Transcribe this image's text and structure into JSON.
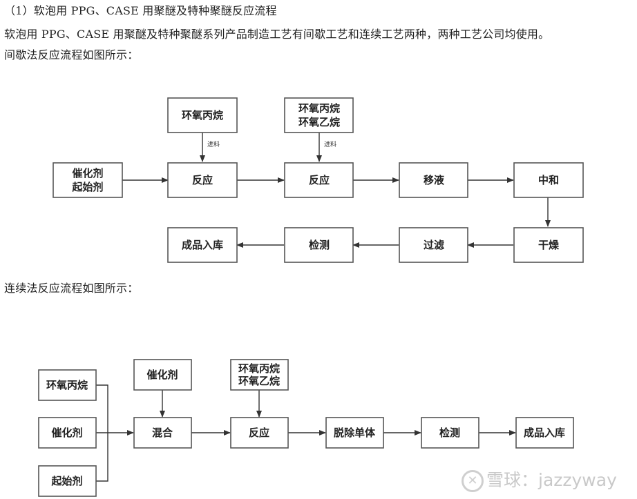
{
  "text": {
    "heading": "（1）软泡用 PPG、CASE 用聚醚及特种聚醚反应流程",
    "intro": "软泡用 PPG、CASE 用聚醚及特种聚醚系列产品制造工艺有间歇工艺和连续工艺两种，两种工艺公司均使用。",
    "batch_caption": "间歇法反应流程如图所示：",
    "continuous_caption": "连续法反应流程如图所示："
  },
  "batch_flow": {
    "nodes": [
      {
        "id": "feed1",
        "lines": [
          "环氧丙烷"
        ]
      },
      {
        "id": "feed2",
        "lines": [
          "环氧丙烷",
          "环氧乙烷"
        ]
      },
      {
        "id": "start",
        "lines": [
          "催化剂",
          "起始剂"
        ]
      },
      {
        "id": "react1",
        "lines": [
          "反应"
        ]
      },
      {
        "id": "react2",
        "lines": [
          "反应"
        ]
      },
      {
        "id": "transfer",
        "lines": [
          "移液"
        ]
      },
      {
        "id": "neutralize",
        "lines": [
          "中和"
        ]
      },
      {
        "id": "dry",
        "lines": [
          "干燥"
        ]
      },
      {
        "id": "filter",
        "lines": [
          "过滤"
        ]
      },
      {
        "id": "inspect",
        "lines": [
          "检测"
        ]
      },
      {
        "id": "store",
        "lines": [
          "成品入库"
        ]
      }
    ],
    "edge_labels": {
      "feed": "进料"
    }
  },
  "continuous_flow": {
    "nodes": [
      {
        "id": "po",
        "lines": [
          "环氧丙烷"
        ]
      },
      {
        "id": "cat",
        "lines": [
          "催化剂"
        ]
      },
      {
        "id": "init",
        "lines": [
          "起始剂"
        ]
      },
      {
        "id": "cat2",
        "lines": [
          "催化剂"
        ]
      },
      {
        "id": "mix",
        "lines": [
          "混合"
        ]
      },
      {
        "id": "feed",
        "lines": [
          "环氧丙烷",
          "环氧乙烷"
        ]
      },
      {
        "id": "react",
        "lines": [
          "反应"
        ]
      },
      {
        "id": "strip",
        "lines": [
          "脱除单体"
        ]
      },
      {
        "id": "inspect",
        "lines": [
          "检测"
        ]
      },
      {
        "id": "store",
        "lines": [
          "成品入库"
        ]
      }
    ]
  },
  "watermark": {
    "icon": "xueqiu-logo-icon",
    "text": "雪球：jazzyway"
  }
}
